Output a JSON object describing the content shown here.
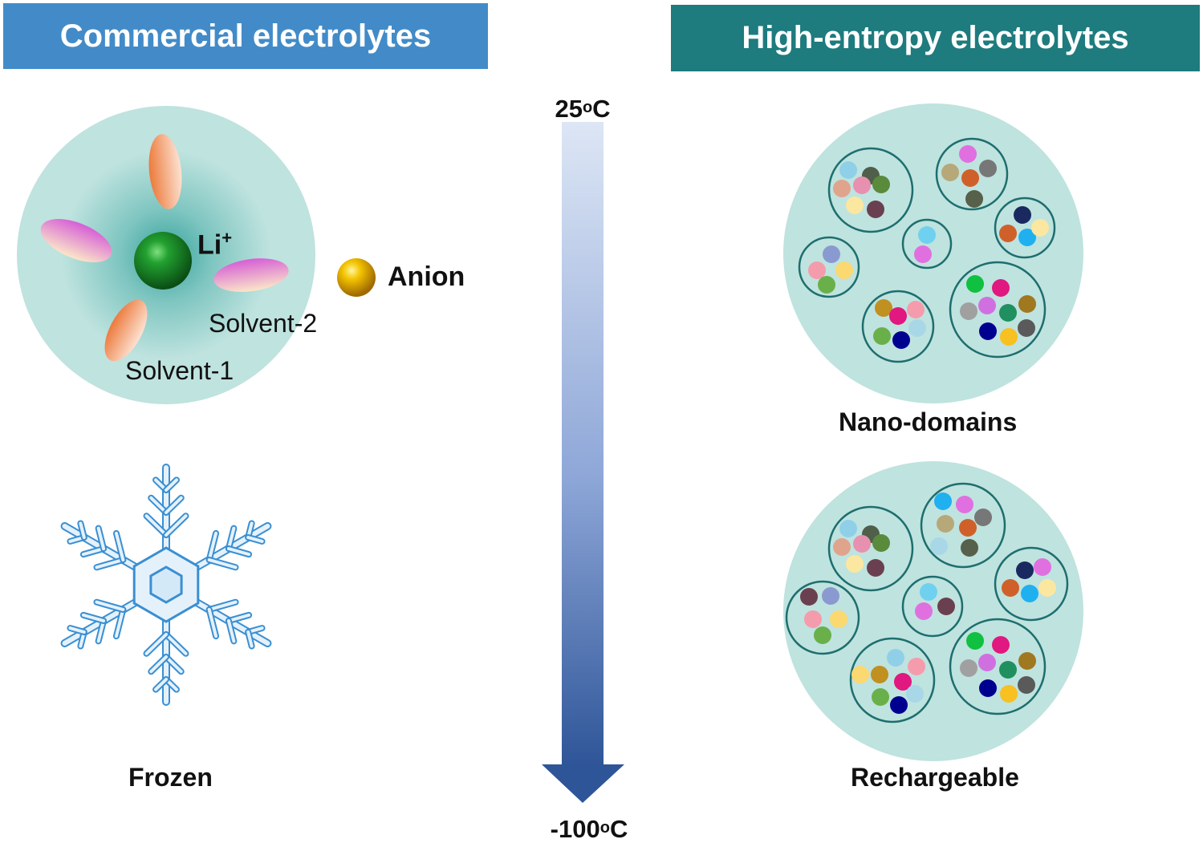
{
  "headers": {
    "left": "Commercial electrolytes",
    "right": "High-entropy electrolytes"
  },
  "commercial": {
    "li_label": "Li",
    "li_charge": "+",
    "anion_label": "Anion",
    "solvent1_label": "Solvent-1",
    "solvent2_label": "Solvent-2",
    "state_label": "Frozen"
  },
  "temperature": {
    "top_value": "25",
    "top_unit_sup": "o",
    "top_unit": "C",
    "bottom_value": "-100",
    "bottom_unit_sup": "o",
    "bottom_unit": "C"
  },
  "high_entropy": {
    "top_caption": "Nano-domains",
    "bottom_caption": "Rechargeable"
  },
  "colors": {
    "left_header": "#428bc8",
    "right_header": "#1e7b7e",
    "cluster_bg": "#bfe3df",
    "domain_ring": "#1e6e6e",
    "arrow_top": "#dde6f5",
    "arrow_bottom": "#2e5598",
    "snowflake": "#3a8fd2",
    "li_ion": "#1a8a2a",
    "anion": "#e8b400",
    "solvent1": "#f08850",
    "solvent2": "#e070e0"
  }
}
